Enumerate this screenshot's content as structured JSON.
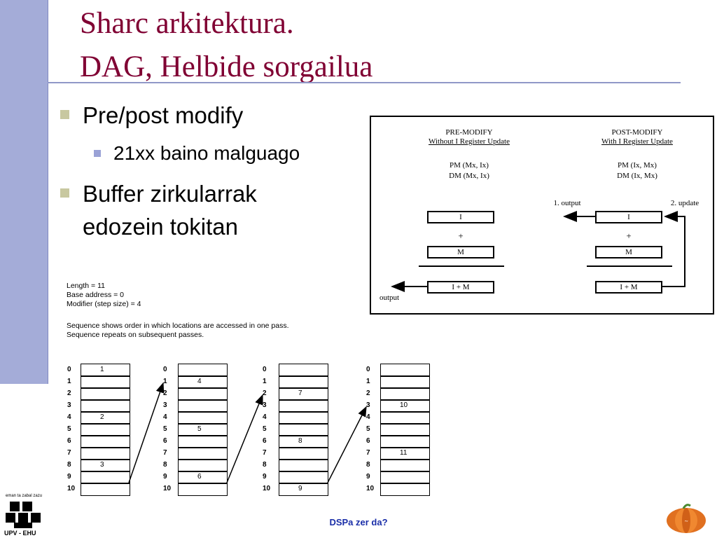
{
  "title": {
    "line1": "Sharc arkitektura.",
    "line2": "DAG, Helbide sorgailua"
  },
  "bullets": [
    {
      "level": 1,
      "text": "Pre/post modify"
    },
    {
      "level": 2,
      "text": "21xx baino malguago"
    },
    {
      "level": 1,
      "text_line1": "Buffer zirkularrak",
      "text_line2": "edozein tokitan"
    }
  ],
  "figure": {
    "pre": {
      "heading": "PRE-MODIFY",
      "subheading": "Without I Register Update",
      "pm": "PM (Mx, Ix)",
      "dm": "DM (Mx, Ix)",
      "reg_i": "I",
      "plus": "+",
      "reg_m": "M",
      "reg_sum": "I + M",
      "output": "output"
    },
    "post": {
      "heading": "POST-MODIFY",
      "subheading": "With I Register Update",
      "pm": "PM (Ix, Mx)",
      "dm": "DM (Ix, Mx)",
      "output": "1. output",
      "update": "2. update",
      "reg_i": "I",
      "plus": "+",
      "reg_m": "M",
      "reg_sum": "I + M"
    }
  },
  "circular": {
    "length": "Length = 11",
    "base": "Base address = 0",
    "modifier": "Modifier (step size) = 4",
    "seq1": "Sequence shows order in which locations are accessed in one pass.",
    "seq2": "Sequence repeats on subsequent passes.",
    "indices": [
      "0",
      "1",
      "2",
      "3",
      "4",
      "5",
      "6",
      "7",
      "8",
      "9",
      "10"
    ],
    "tables": [
      {
        "cells": [
          "1",
          "",
          "",
          "",
          "2",
          "",
          "",
          "",
          "3",
          "",
          ""
        ]
      },
      {
        "cells": [
          "",
          "4",
          "",
          "",
          "",
          "5",
          "",
          "",
          "",
          "6",
          ""
        ]
      },
      {
        "cells": [
          "",
          "",
          "7",
          "",
          "",
          "",
          "8",
          "",
          "",
          "",
          "9"
        ]
      },
      {
        "cells": [
          "",
          "",
          "",
          "10",
          "",
          "",
          "",
          "11",
          "",
          "",
          ""
        ]
      }
    ]
  },
  "footer": {
    "text": "DSPa zer da?"
  },
  "logo": {
    "caption": "UPV - EHU",
    "motto": "eman ta zabal zazu"
  },
  "colors": {
    "title": "#800033",
    "sidebar": "#a4acd8",
    "footer_text": "#1a2ea8",
    "bullet1": "#c8c8a0",
    "bullet2": "#9aa2d6"
  }
}
